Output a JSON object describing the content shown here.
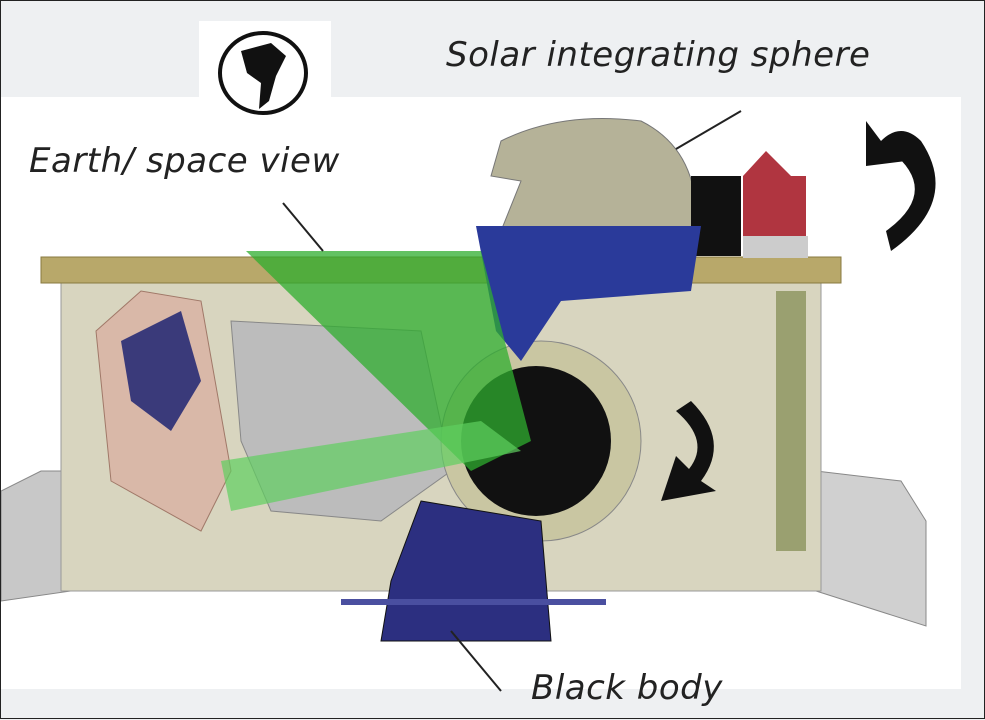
{
  "labels": {
    "solar": "Solar integrating sphere",
    "earth": "Earth/ space view",
    "blackbody": "Black body"
  },
  "icons": [
    "earth-globe-icon",
    "rotation-arrow-icon",
    "rotation-arrow-icon"
  ],
  "colors": {
    "background": "#eef0f2",
    "panel": "#ffffff",
    "baseplate": "#d8d5bf",
    "rail": "#b8a86a",
    "beam": "#2fae2f",
    "blue_parts": "#2a3a9a",
    "sphere": "#b5b298",
    "red_part": "#b03540"
  }
}
